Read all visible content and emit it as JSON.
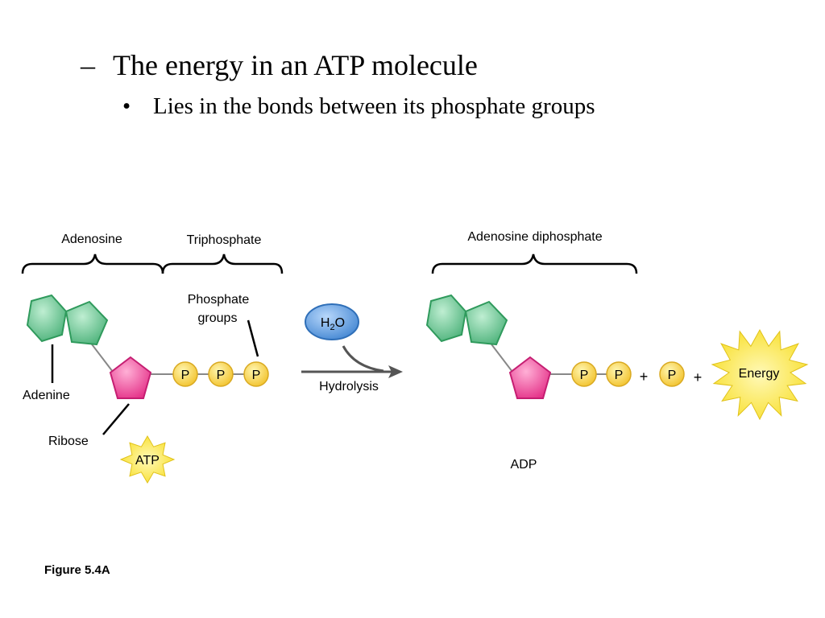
{
  "slide": {
    "bullet_dash": "–",
    "bullet_main": "The energy in an ATP molecule",
    "bullet_dot": "•",
    "bullet_sub": "Lies in the bonds between its phosphate groups",
    "figure_caption": "Figure 5.4A"
  },
  "diagram": {
    "adenosine_label": "Adenosine",
    "triphosphate_label": "Triphosphate",
    "phosphate_groups_line1": "Phosphate",
    "phosphate_groups_line2": "groups",
    "adenine_label": "Adenine",
    "ribose_label": "Ribose",
    "atp_label": "ATP",
    "water_h": "H",
    "water_sub": "2",
    "water_o": "O",
    "hydrolysis_label": "Hydrolysis",
    "adp_title": "Adenosine diphosphate",
    "adp_label": "ADP",
    "phosphate_symbol": "P",
    "plus_symbol": "+",
    "energy_label": "Energy",
    "colors": {
      "adenine_fill": "#6cc796",
      "adenine_stroke": "#2f9a5c",
      "ribose_fill": "#ee4d9b",
      "ribose_stroke": "#c51e72",
      "phosphate_fill": "#f5d33c",
      "phosphate_stroke": "#d9a920",
      "water_fill": "#5b9be0",
      "water_stroke": "#2f6fb8",
      "burst_fill": "#fbe53a",
      "burst_stroke": "#e0c21a"
    }
  }
}
